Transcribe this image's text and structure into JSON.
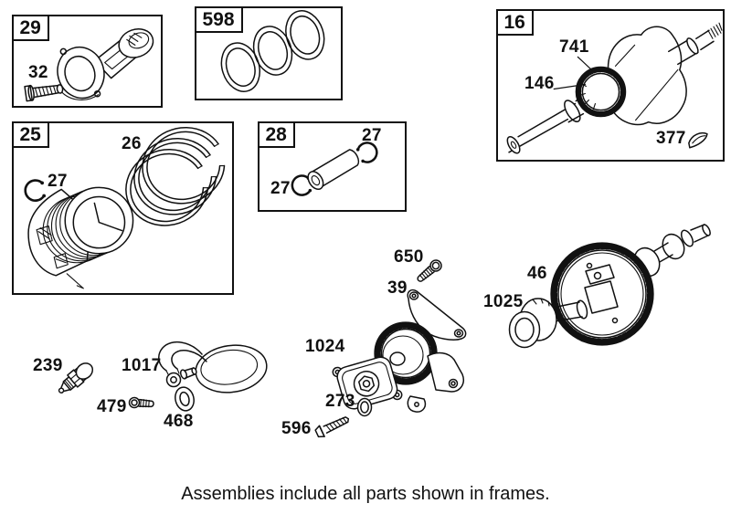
{
  "caption": "Assemblies include all parts shown in frames.",
  "frames": {
    "f29": "29",
    "f598": "598",
    "f16": "16",
    "f25": "25",
    "f28": "28"
  },
  "callouts": {
    "c32": "32",
    "c741": "741",
    "c146": "146",
    "c377": "377",
    "c26": "26",
    "c27_piston": "27",
    "c27_pin_left": "27",
    "c27_pin_right": "27",
    "c650": "650",
    "c39": "39",
    "c46": "46",
    "c1025": "1025",
    "c1024": "1024",
    "c239": "239",
    "c1017": "1017",
    "c479": "479",
    "c468": "468",
    "c273": "273",
    "c596": "596"
  },
  "colors": {
    "ink": "#111111",
    "background": "#ffffff"
  }
}
